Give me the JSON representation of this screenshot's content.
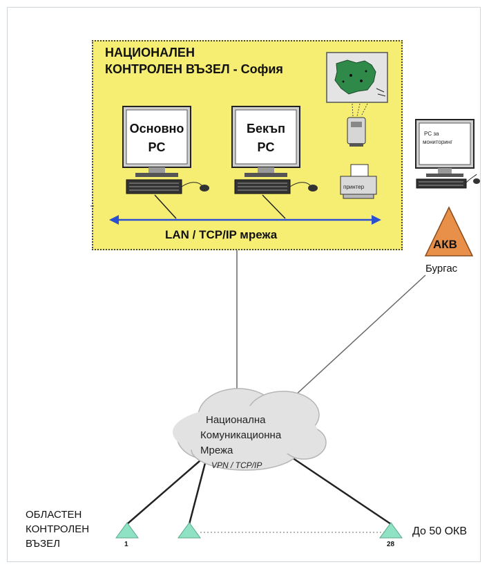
{
  "national_node": {
    "title_line1": "НАЦИОНАЛЕН",
    "title_line2": "КОНТРОЛЕН ВЪЗЕЛ - София",
    "primary_pc": [
      "Основно",
      "PC"
    ],
    "backup_pc": [
      "Бекъп",
      "PC"
    ],
    "printer_label": "принтер",
    "lan_label": "LAN / TCP/IP мрежа"
  },
  "monitoring_pc": [
    "PC за",
    "мониторинг"
  ],
  "akv": {
    "label": "АКВ",
    "city": "Бургас"
  },
  "network": {
    "lines": [
      "Национална",
      "Комуникационна",
      "Мрежа"
    ],
    "sub": "VPN / TCP/IP"
  },
  "regional": {
    "lines": [
      "ОБЛАСТЕН",
      "КОНТРОЛЕН",
      "ВЪЗЕЛ"
    ],
    "first_number": "1",
    "last_number": "28",
    "count_label": "До 50 ОКВ"
  },
  "colors": {
    "box_fill": "#f5ee73",
    "lan_arrow": "#2a4fd1",
    "akv_fill": "#e8904a",
    "cloud_fill": "#e2e2e2",
    "regional_triangle": "#8fe3c4"
  }
}
